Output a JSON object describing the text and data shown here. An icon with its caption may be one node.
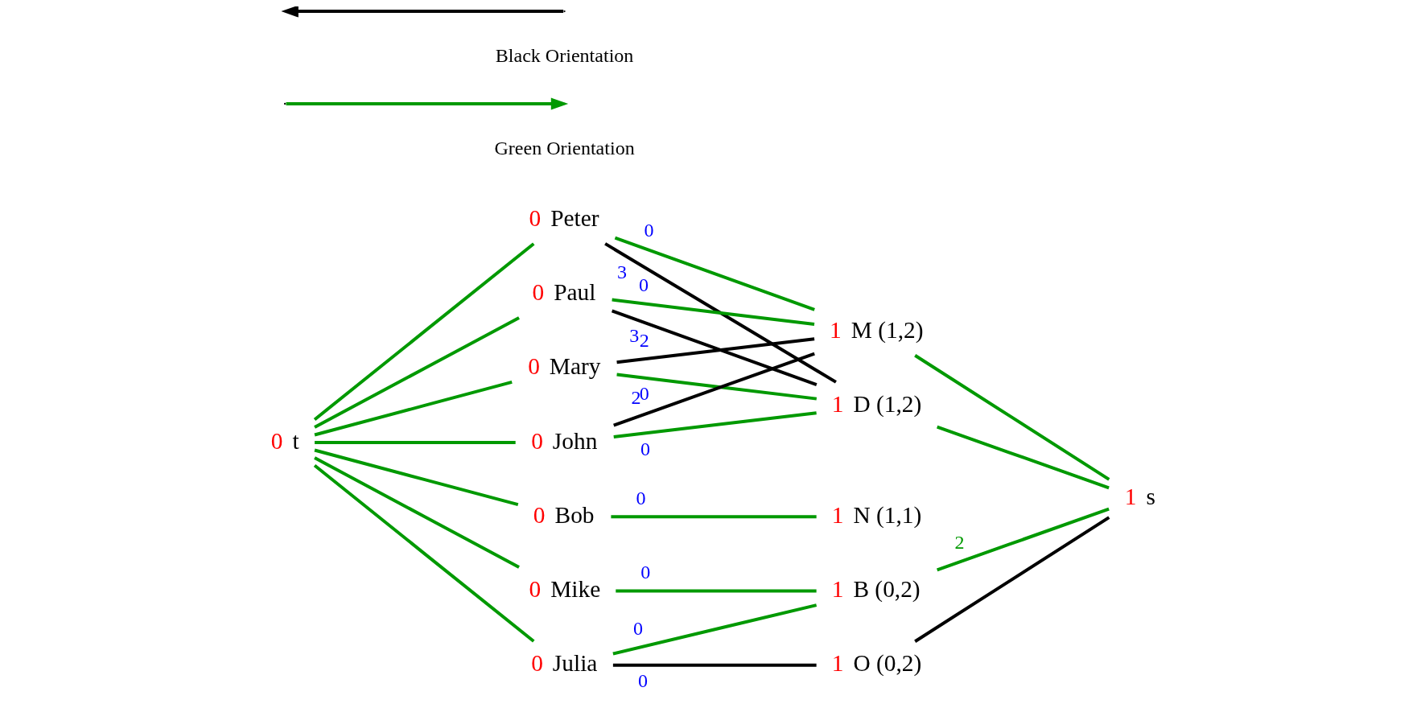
{
  "diagram": {
    "nodes": [
      {
        "text": [
          "t"
        ],
        "beside": [
          "0"
        ]
      },
      {
        "text": [
          "Peter"
        ],
        "beside": [
          "0"
        ]
      },
      {
        "text": [
          "Paul"
        ],
        "beside": [
          "0"
        ]
      },
      {
        "text": [
          "Mary"
        ],
        "beside": [
          "0"
        ]
      },
      {
        "text": [
          "John"
        ],
        "beside": [
          "0"
        ]
      },
      {
        "text": [
          "Bob"
        ],
        "beside": [
          "0"
        ]
      },
      {
        "text": [
          "Mike"
        ],
        "beside": [
          "0"
        ]
      },
      {
        "text": [
          "Julia"
        ],
        "beside": [
          "0"
        ]
      },
      {
        "text": [
          "M (1,2)"
        ],
        "beside": [
          "1"
        ]
      },
      {
        "text": [
          "D (1,2)"
        ],
        "beside": [
          "1"
        ]
      },
      {
        "text": [
          "N (1,1)"
        ],
        "beside": [
          "1"
        ]
      },
      {
        "text": [
          "B (0,2)"
        ],
        "beside": [
          "1"
        ]
      },
      {
        "text": [
          "O (0,2)"
        ],
        "beside": [
          "1"
        ]
      },
      {
        "text": [
          "s"
        ],
        "beside": [
          "1"
        ]
      }
    ],
    "edges": [
      {
        "from": 0,
        "to": 1,
        "arrow": "none"
      },
      {
        "from": 0,
        "to": 2,
        "arrow": "none"
      },
      {
        "from": 0,
        "to": 3,
        "arrow": "none"
      },
      {
        "from": 0,
        "to": 4,
        "arrow": "none"
      },
      {
        "from": 0,
        "to": 5,
        "arrow": "none"
      },
      {
        "from": 0,
        "to": 6,
        "arrow": "none"
      },
      {
        "from": 0,
        "to": 7,
        "arrow": "none"
      },
      {
        "from": 1,
        "to": 8,
        "arrow": "none",
        "label": "0"
      },
      {
        "from": 1,
        "to": 9,
        "arrow": "none",
        "label": "3",
        "color": "#000000"
      },
      {
        "from": 2,
        "to": 8,
        "arrow": "none",
        "label": "0"
      },
      {
        "from": 2,
        "to": 9,
        "arrow": "none",
        "label": "3",
        "color": "#000000"
      },
      {
        "from": 3,
        "to": 8,
        "arrow": "none",
        "label": "2",
        "color": "#000000"
      },
      {
        "from": 3,
        "to": 9,
        "arrow": "none",
        "label": "0"
      },
      {
        "from": 4,
        "to": 8,
        "arrow": "none",
        "label": "2",
        "color": "#000000"
      },
      {
        "from": 4,
        "to": 9,
        "arrow": "none",
        "label": "0"
      },
      {
        "from": 5,
        "to": 10,
        "arrow": "none",
        "label": "0"
      },
      {
        "from": 6,
        "to": 11,
        "arrow": "none",
        "label": "0"
      },
      {
        "from": 7,
        "to": 11,
        "arrow": "none",
        "label": "0"
      },
      {
        "from": 7,
        "to": 12,
        "arrow": "none",
        "label": "0",
        "color": "#000000"
      },
      {
        "from": 8,
        "to": 13,
        "arrow": "none"
      },
      {
        "from": 9,
        "to": 13,
        "arrow": "none"
      },
      {
        "from": 11,
        "to": 13,
        "arrow": "none",
        "label": "2"
      },
      {
        "from": 12,
        "to": 13,
        "arrow": "none",
        "color": "#000000"
      }
    ],
    "legend": [
      {
        "text": "Black Orientation"
      },
      {
        "text": "Green Orientation"
      }
    ]
  }
}
